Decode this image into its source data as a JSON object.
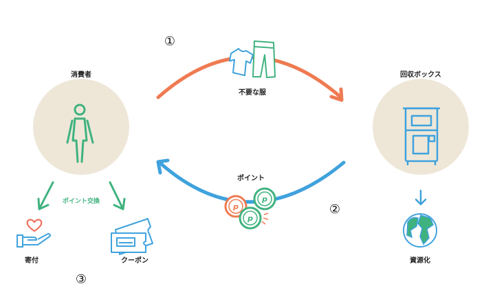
{
  "steps": [
    "①",
    "②",
    "③"
  ],
  "nodes": {
    "consumer": {
      "label": "消費者"
    },
    "box": {
      "label": "回収ボックス"
    }
  },
  "flows": {
    "clothes": {
      "label": "不要な服"
    },
    "points": {
      "label": "ポイント"
    },
    "exchange": {
      "label": "ポイント交換"
    }
  },
  "outputs": {
    "donation": {
      "label": "寄付"
    },
    "coupon": {
      "label": "クーポン"
    },
    "recycle": {
      "label": "資源化"
    }
  },
  "colors": {
    "orange": "#ef7a52",
    "blue": "#3fa2dd",
    "green": "#3fb27f",
    "circle_bg": "#eee7d8",
    "heart": "#ef6a55"
  }
}
